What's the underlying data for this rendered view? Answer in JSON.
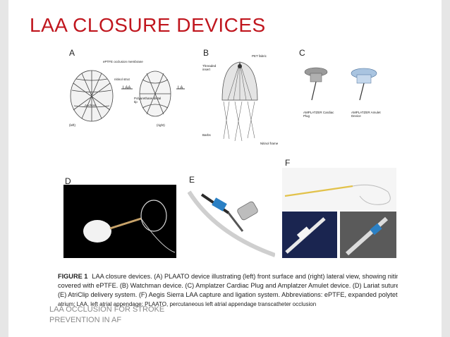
{
  "slide": {
    "title": "LAA CLOSURE DEVICES",
    "footer_line1": "LAA OCCLUSION FOR STROKE",
    "footer_line2": "PREVENTION IN AF"
  },
  "figure": {
    "panels": {
      "a": {
        "letter": "A",
        "label_membrane": "ePTFE occlusion membrane",
        "label_strut": "nitinol strut",
        "label_laa": "LAA",
        "label_la": "LA",
        "label_anchors": "Anchors",
        "label_tip": "Polyurethane distal tip",
        "label_left": "(left)",
        "label_right": "(right)"
      },
      "b": {
        "letter": "B",
        "label_fabric": "PET fabric",
        "label_insert": "Threaded insert",
        "label_barbs": "Barbs",
        "label_frame": "Nitinol frame"
      },
      "c": {
        "letter": "C",
        "label_plug": "AMPLATZER Cardiac Plug",
        "label_amulet": "AMPLATZER Amulet Device"
      },
      "d": {
        "letter": "D"
      },
      "e": {
        "letter": "E"
      },
      "f": {
        "letter": "F"
      }
    },
    "caption": {
      "label": "FIGURE 1",
      "line1": "LAA closure devices. (A) PLAATO device illustrating (left) front surface and (right) lateral view, showing nitinol cage structure",
      "line2": "covered with ePTFE. (B) Watchman device. (C) Amplatzer Cardiac Plug and Amplatzer Amulet device. (D) Lariat suture delivery system.",
      "line3": "(E) AtriClip delivery system. (F) Aegis Sierra LAA capture and ligation system. Abbreviations: ePTFE, expanded polytetrafluoroethylene; LA, left",
      "line4": "atrium; LAA, left atrial appendage; PLAATO, percutaneous left atrial appendage transcatheter occlusion"
    }
  },
  "colors": {
    "title": "#c0161e",
    "footer": "#8a8a8a",
    "side_bars": "#e6e6e6"
  }
}
